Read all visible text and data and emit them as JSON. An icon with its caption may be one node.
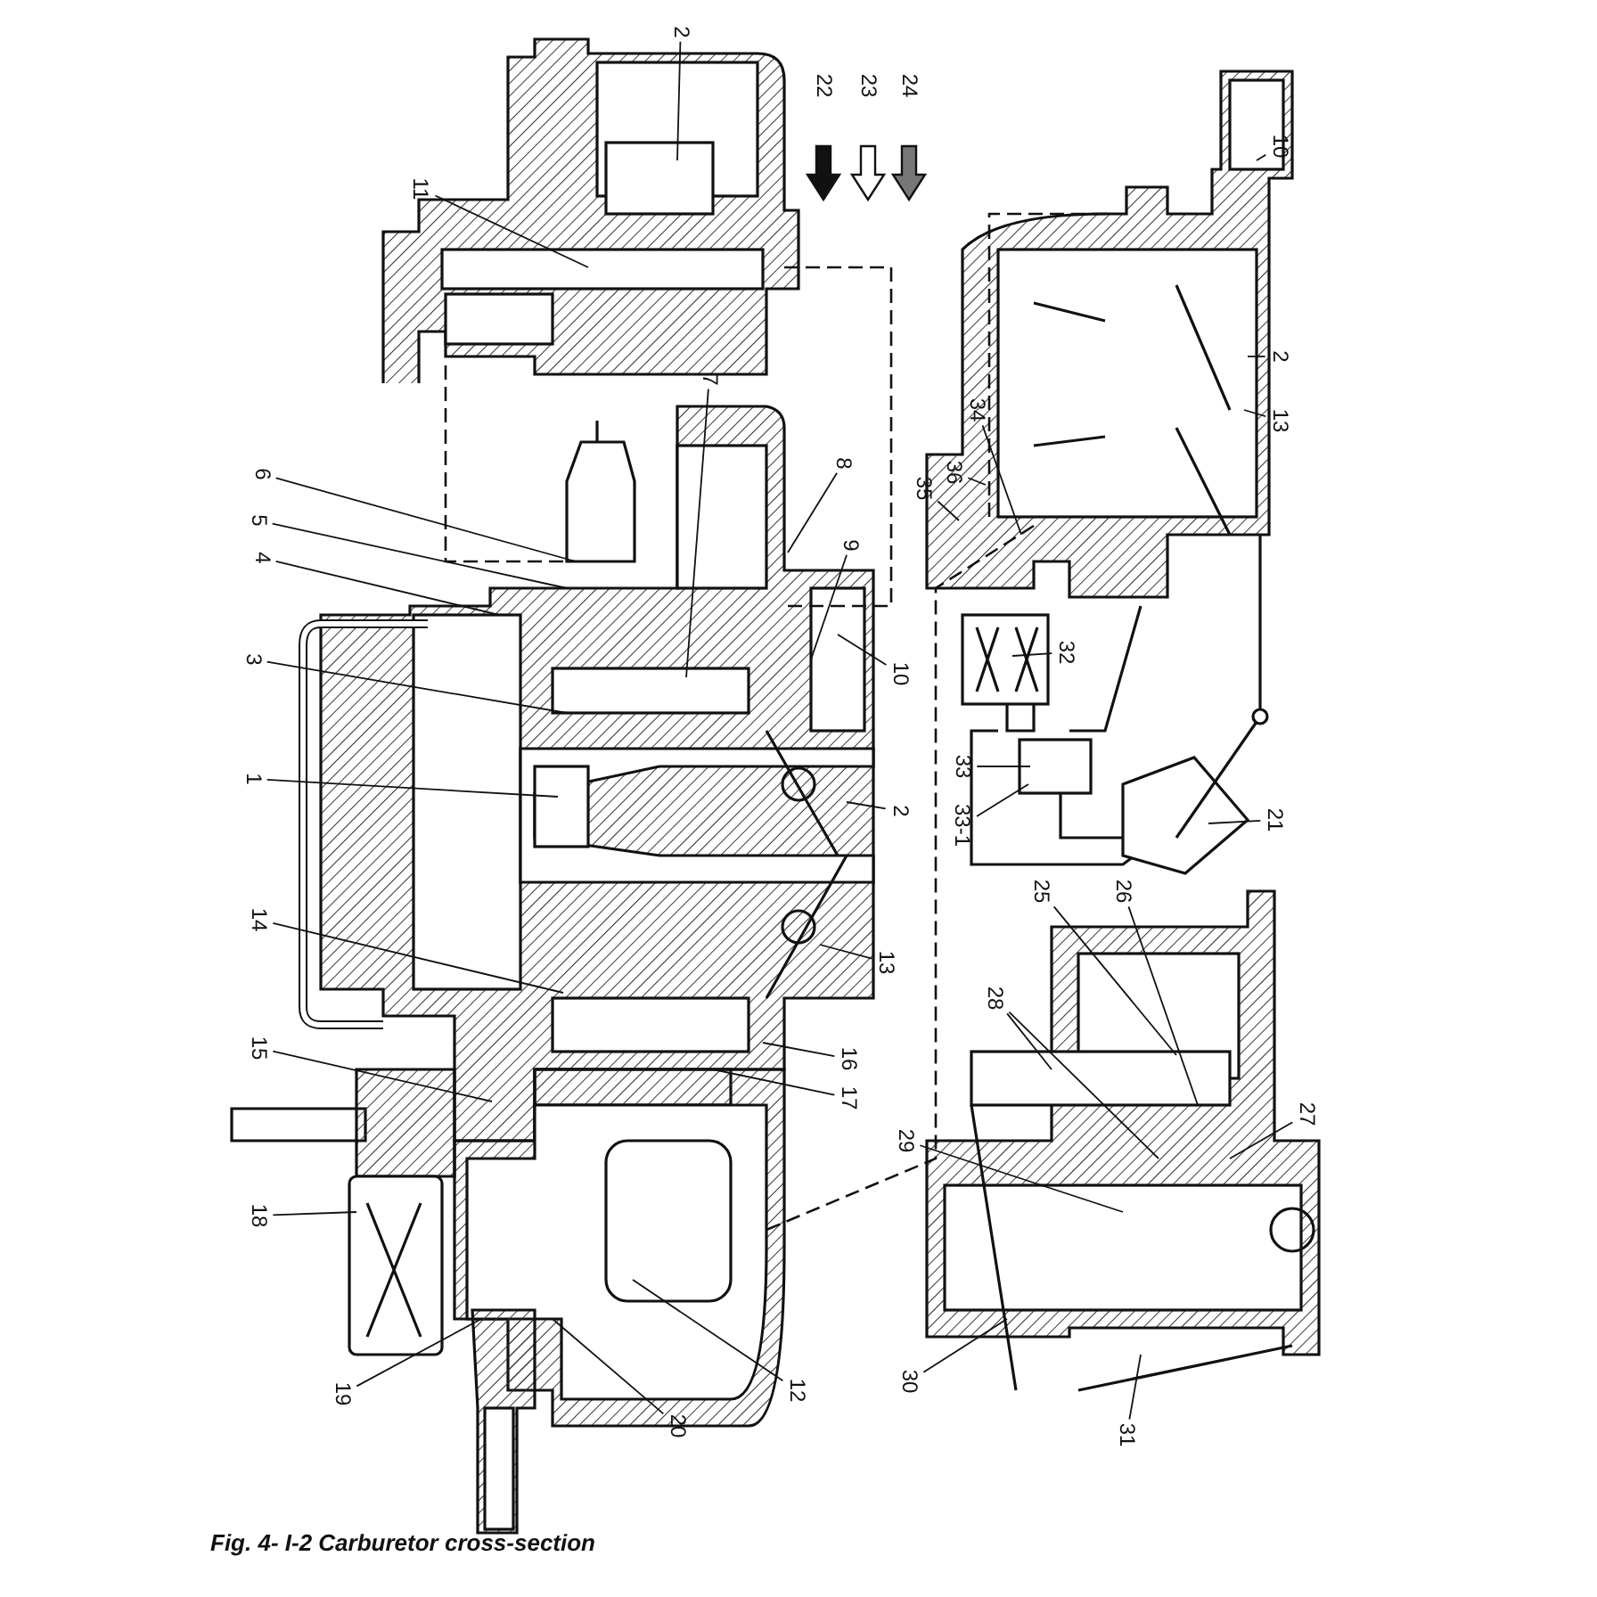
{
  "diagram": {
    "caption": "Fig. 4- I-2 Carburetor cross-section",
    "nodes": [
      {
        "text": [
          "2"
        ]
      },
      {
        "text": [
          "11"
        ]
      },
      {
        "text": [
          "7"
        ]
      },
      {
        "text": [
          "8"
        ]
      },
      {
        "text": [
          "6"
        ]
      },
      {
        "text": [
          "5"
        ]
      },
      {
        "text": [
          "4"
        ]
      },
      {
        "text": [
          "9"
        ]
      },
      {
        "text": [
          "3"
        ]
      },
      {
        "text": [
          "10"
        ]
      },
      {
        "text": [
          "1"
        ]
      },
      {
        "text": [
          "2"
        ]
      },
      {
        "text": [
          "13"
        ]
      },
      {
        "text": [
          "14"
        ]
      },
      {
        "text": [
          "15"
        ]
      },
      {
        "text": [
          "16"
        ]
      },
      {
        "text": [
          "17"
        ]
      },
      {
        "text": [
          "18"
        ]
      },
      {
        "text": [
          "12"
        ]
      },
      {
        "text": [
          "19"
        ]
      },
      {
        "text": [
          "20"
        ]
      },
      {
        "text": [
          "10"
        ]
      },
      {
        "text": [
          "2"
        ]
      },
      {
        "text": [
          "13"
        ]
      },
      {
        "text": [
          "34"
        ]
      },
      {
        "text": [
          "36"
        ]
      },
      {
        "text": [
          "35"
        ]
      },
      {
        "text": [
          "32"
        ]
      },
      {
        "text": [
          "33"
        ]
      },
      {
        "text": [
          "33-1"
        ]
      },
      {
        "text": [
          "21"
        ]
      },
      {
        "text": [
          "25"
        ]
      },
      {
        "text": [
          "26"
        ]
      },
      {
        "text": [
          "28"
        ]
      },
      {
        "text": [
          "27"
        ]
      },
      {
        "text": [
          "29"
        ]
      },
      {
        "text": [
          "30"
        ]
      },
      {
        "text": [
          "31"
        ]
      }
    ],
    "edges": [
      {
        "from": 0,
        "to": null,
        "arrow": "none"
      },
      {
        "from": 1,
        "to": null,
        "arrow": "none"
      },
      {
        "from": 2,
        "to": null,
        "arrow": "none"
      },
      {
        "from": 3,
        "to": null,
        "arrow": "none"
      },
      {
        "from": 4,
        "to": null,
        "arrow": "none"
      },
      {
        "from": 5,
        "to": null,
        "arrow": "none"
      },
      {
        "from": 6,
        "to": null,
        "arrow": "none"
      },
      {
        "from": 7,
        "to": null,
        "arrow": "none"
      },
      {
        "from": 8,
        "to": null,
        "arrow": "none"
      },
      {
        "from": 9,
        "to": null,
        "arrow": "none"
      },
      {
        "from": 10,
        "to": null,
        "arrow": "none"
      },
      {
        "from": 11,
        "to": null,
        "arrow": "none"
      },
      {
        "from": 12,
        "to": null,
        "arrow": "none"
      },
      {
        "from": 13,
        "to": null,
        "arrow": "none"
      },
      {
        "from": 14,
        "to": null,
        "arrow": "none"
      },
      {
        "from": 15,
        "to": null,
        "arrow": "none"
      },
      {
        "from": 16,
        "to": null,
        "arrow": "none"
      },
      {
        "from": 17,
        "to": null,
        "arrow": "none"
      },
      {
        "from": 18,
        "to": null,
        "arrow": "none"
      },
      {
        "from": 19,
        "to": null,
        "arrow": "none"
      },
      {
        "from": 20,
        "to": null,
        "arrow": "none"
      },
      {
        "from": 21,
        "to": null,
        "arrow": "none"
      },
      {
        "from": 22,
        "to": null,
        "arrow": "none"
      },
      {
        "from": 23,
        "to": null,
        "arrow": "none"
      },
      {
        "from": 24,
        "to": null,
        "arrow": "none"
      },
      {
        "from": 25,
        "to": null,
        "arrow": "none"
      },
      {
        "from": 26,
        "to": null,
        "arrow": "none"
      },
      {
        "from": 27,
        "to": null,
        "arrow": "none"
      },
      {
        "from": 28,
        "to": null,
        "arrow": "none"
      },
      {
        "from": 29,
        "to": null,
        "arrow": "none"
      },
      {
        "from": 30,
        "to": null,
        "arrow": "none"
      },
      {
        "from": 31,
        "to": null,
        "arrow": "none"
      },
      {
        "from": 32,
        "to": null,
        "arrow": "none"
      },
      {
        "from": 33,
        "to": null,
        "arrow": "none"
      },
      {
        "from": 33,
        "to": null,
        "arrow": "none"
      },
      {
        "from": 34,
        "to": null,
        "arrow": "none"
      },
      {
        "from": 35,
        "to": null,
        "arrow": "none"
      },
      {
        "from": 36,
        "to": null,
        "arrow": "none"
      },
      {
        "from": 37,
        "to": null,
        "arrow": "none"
      }
    ],
    "legend": [
      {
        "text": "22"
      },
      {
        "text": "23"
      },
      {
        "text": "24"
      }
    ]
  }
}
